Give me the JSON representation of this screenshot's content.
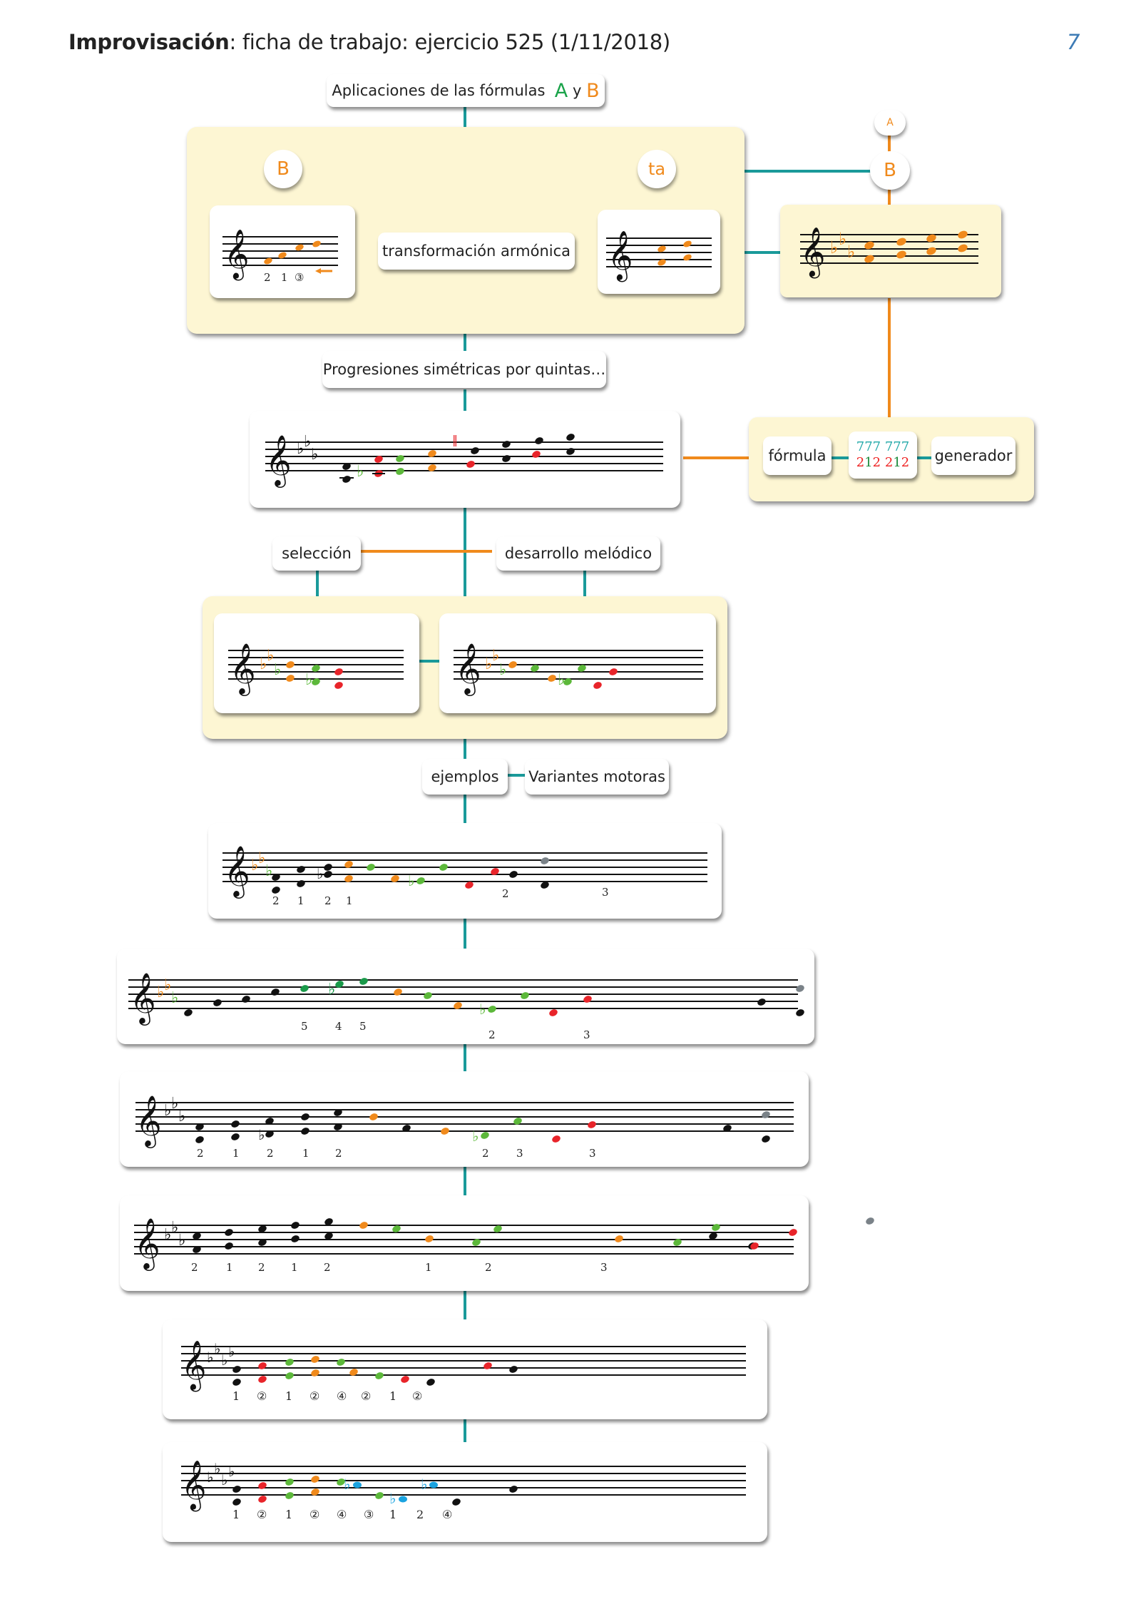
{
  "header": {
    "title_bold": "Improvisación",
    "title_rest": ": ficha de trabajo: ejercicio 525 (1/11/2018)",
    "page_number": "7"
  },
  "colors": {
    "teal_connector": "#1a9a9a",
    "orange_connector": "#f08a1c",
    "panel_bg": "#fdf6d3",
    "note_orange": "#f08a1c",
    "note_green": "#5cb83a",
    "note_red": "#e8242a",
    "note_blue": "#1aa3e0",
    "note_gray": "#7a8288",
    "note_black": "#111111"
  },
  "top": {
    "applications_label": "Aplicaciones de las fórmulas",
    "formula_a": "A",
    "connector_y": "y",
    "formula_b": "B",
    "circle_b_left": "B",
    "circle_ta": "ta",
    "circle_a_right": "A",
    "circle_b_right": "B",
    "transform_label": "transformación armónica",
    "staff1_fingering": [
      "2",
      "1",
      "③"
    ],
    "staff1_arrow": "←"
  },
  "progressions": {
    "label": "Progresiones simétricas por quintas…"
  },
  "formula_panel": {
    "formula_label": "fórmula",
    "line1": "777 777",
    "line2_parts": [
      "2",
      "1",
      "2",
      " ",
      "2",
      "1",
      "2"
    ],
    "generator_label": "generador"
  },
  "branch": {
    "selection_label": "selección",
    "melodic_label": "desarrollo melódico"
  },
  "examples": {
    "examples_label": "ejemplos",
    "variants_label": "Variantes motoras"
  },
  "example_staves": [
    {
      "fingering": [
        "2",
        "1",
        "2",
        "1",
        "2",
        "3"
      ]
    },
    {
      "fingering": [
        "5",
        "4",
        "5",
        "2",
        "3"
      ]
    },
    {
      "fingering": [
        "2",
        "1",
        "2",
        "1",
        "2",
        "2",
        "3",
        "3"
      ]
    },
    {
      "fingering": [
        "2",
        "1",
        "2",
        "1",
        "2",
        "1",
        "2",
        "3"
      ]
    },
    {
      "fingering": [
        "1",
        "②",
        "1",
        "②",
        "④",
        "②",
        "1",
        "②"
      ]
    },
    {
      "fingering": [
        "1",
        "②",
        "1",
        "②",
        "④",
        "③",
        "1",
        "2",
        "④"
      ]
    }
  ]
}
